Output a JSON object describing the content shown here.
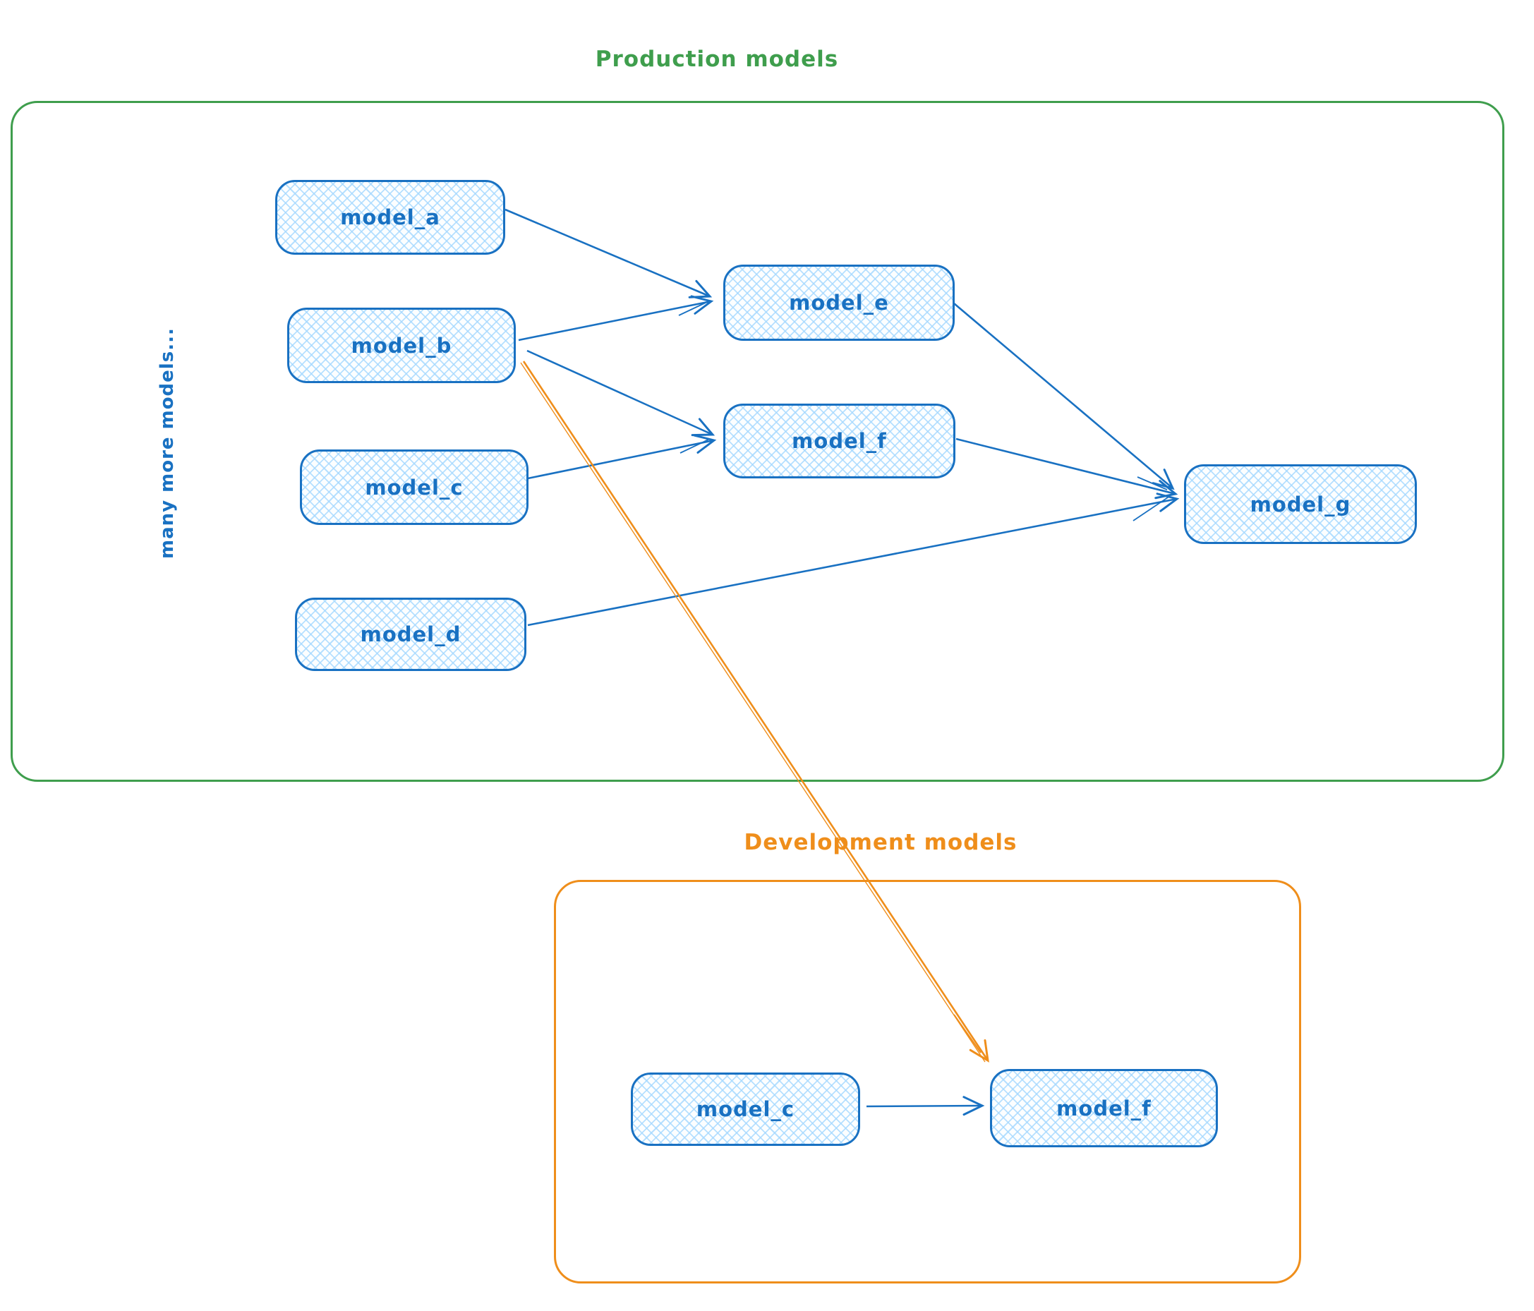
{
  "titles": {
    "production": "Production models",
    "development": "Development models"
  },
  "side_note": "many more models...",
  "nodes": {
    "model_a": {
      "label": "model_a"
    },
    "model_b": {
      "label": "model_b"
    },
    "model_c": {
      "label": "model_c"
    },
    "model_d": {
      "label": "model_d"
    },
    "model_e": {
      "label": "model_e"
    },
    "model_f": {
      "label": "model_f"
    },
    "model_g": {
      "label": "model_g"
    },
    "dev_model_c": {
      "label": "model_c"
    },
    "dev_model_f": {
      "label": "model_f"
    }
  },
  "edges": [
    {
      "from": "model_a",
      "to": "model_e",
      "color": "blue"
    },
    {
      "from": "model_b",
      "to": "model_e",
      "color": "blue"
    },
    {
      "from": "model_b",
      "to": "model_f",
      "color": "blue"
    },
    {
      "from": "model_c",
      "to": "model_f",
      "color": "blue"
    },
    {
      "from": "model_e",
      "to": "model_g",
      "color": "blue"
    },
    {
      "from": "model_f",
      "to": "model_g",
      "color": "blue"
    },
    {
      "from": "model_d",
      "to": "model_g",
      "color": "blue"
    },
    {
      "from": "model_b",
      "to": "dev_model_f",
      "color": "orange"
    },
    {
      "from": "dev_model_c",
      "to": "dev_model_f",
      "color": "blue"
    }
  ],
  "colors": {
    "blue": "#1971c2",
    "green": "#3f9e4d",
    "orange": "#ef8e1b",
    "node_hatch": "#a5d8ff"
  }
}
